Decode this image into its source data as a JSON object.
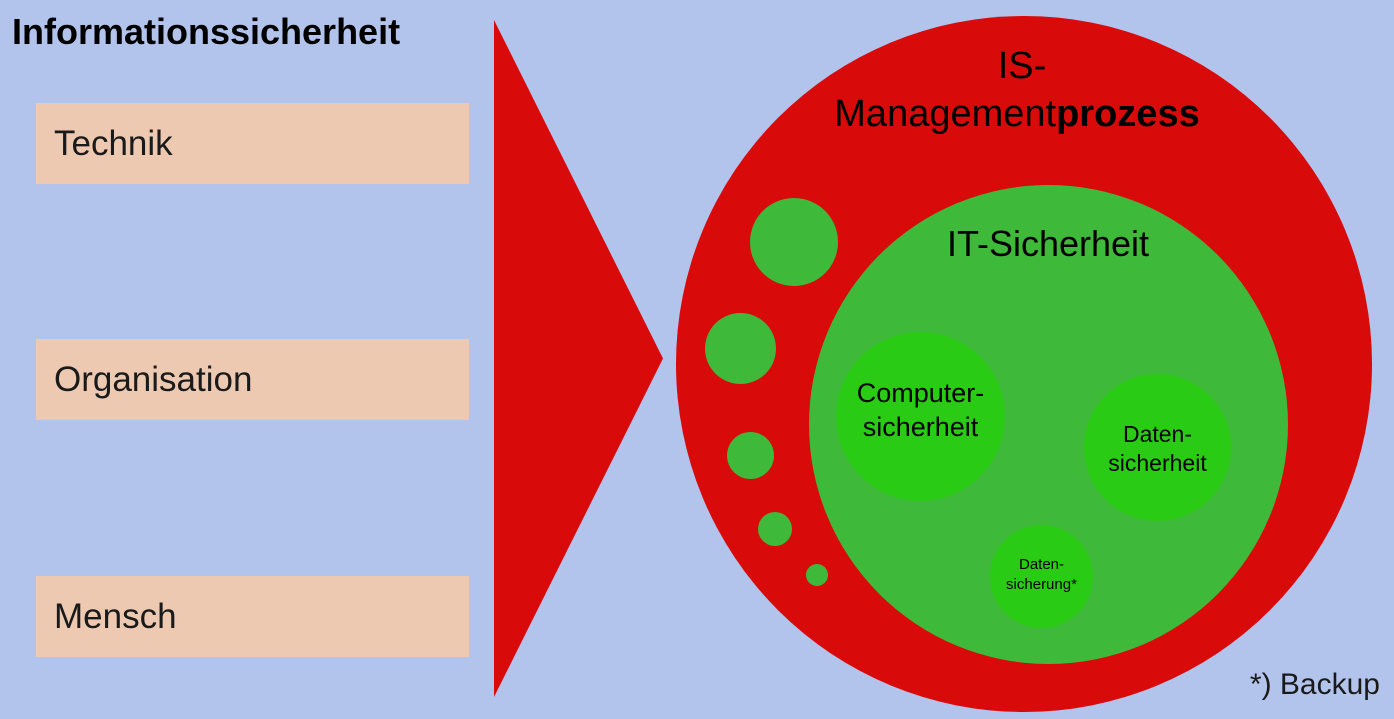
{
  "title": "Informationssicherheit",
  "pillars": [
    {
      "label": "Technik"
    },
    {
      "label": "Organisation"
    },
    {
      "label": "Mensch"
    }
  ],
  "outer_circle": {
    "line1": "IS-",
    "line2_regular": "Management",
    "line2_bold": "prozess"
  },
  "inner_circle": {
    "label": "IT-Sicherheit"
  },
  "sub_circles": [
    {
      "line1": "Computer-",
      "line2": "sicherheit"
    },
    {
      "line1": "Daten-",
      "line2": "sicherheit"
    },
    {
      "line1": "Daten-",
      "line2": "sicherung*"
    }
  ],
  "footnote": "*) Backup",
  "colors": {
    "background": "#b3c4ec",
    "pillar_fill": "#edc9b1",
    "red": "#d90a0a",
    "green_inner": "#3fb93a",
    "green_small": "#2acb14"
  }
}
